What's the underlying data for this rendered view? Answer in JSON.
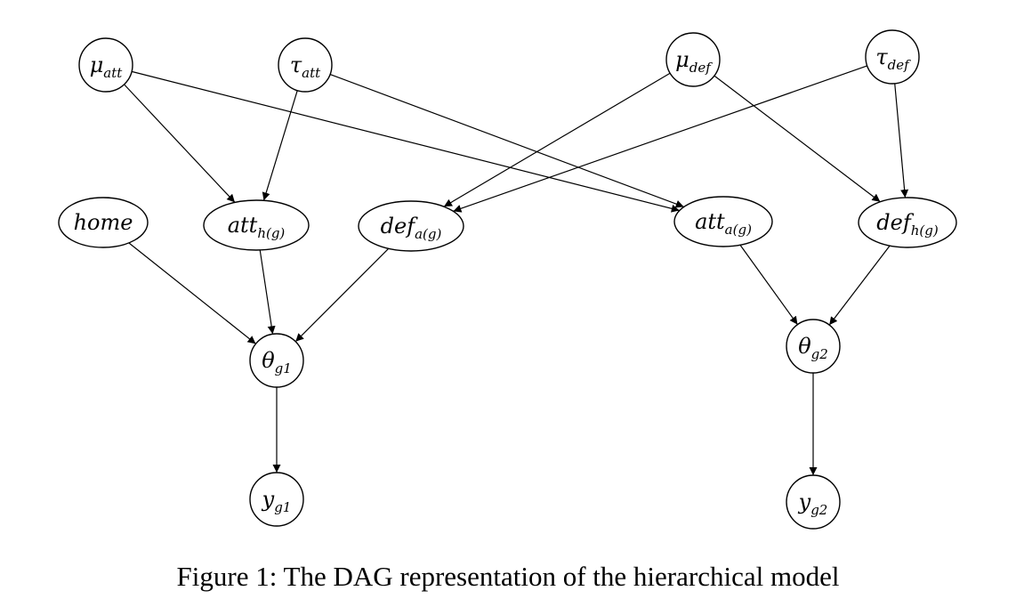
{
  "diagram": {
    "nodes": [
      {
        "id": "mu_att",
        "symbol": "μ",
        "subscript": "att"
      },
      {
        "id": "tau_att",
        "symbol": "τ",
        "subscript": "att"
      },
      {
        "id": "mu_def",
        "symbol": "μ",
        "subscript": "def"
      },
      {
        "id": "tau_def",
        "symbol": "τ",
        "subscript": "def"
      },
      {
        "id": "home",
        "symbol": "home",
        "subscript": ""
      },
      {
        "id": "att_h",
        "symbol": "att",
        "subscript": "h(g)"
      },
      {
        "id": "def_a",
        "symbol": "def",
        "subscript": "a(g)"
      },
      {
        "id": "att_a",
        "symbol": "att",
        "subscript": "a(g)"
      },
      {
        "id": "def_h",
        "symbol": "def",
        "subscript": "h(g)"
      },
      {
        "id": "theta1",
        "symbol": "θ",
        "subscript": "g1"
      },
      {
        "id": "theta2",
        "symbol": "θ",
        "subscript": "g2"
      },
      {
        "id": "y1",
        "symbol": "y",
        "subscript": "g1"
      },
      {
        "id": "y2",
        "symbol": "y",
        "subscript": "g2"
      }
    ],
    "edges": [
      {
        "from": "mu_att",
        "to": "att_h"
      },
      {
        "from": "mu_att",
        "to": "att_a"
      },
      {
        "from": "tau_att",
        "to": "att_h"
      },
      {
        "from": "tau_att",
        "to": "att_a"
      },
      {
        "from": "mu_def",
        "to": "def_a"
      },
      {
        "from": "mu_def",
        "to": "def_h"
      },
      {
        "from": "tau_def",
        "to": "def_a"
      },
      {
        "from": "tau_def",
        "to": "def_h"
      },
      {
        "from": "home",
        "to": "theta1"
      },
      {
        "from": "att_h",
        "to": "theta1"
      },
      {
        "from": "def_a",
        "to": "theta1"
      },
      {
        "from": "att_a",
        "to": "theta2"
      },
      {
        "from": "def_h",
        "to": "theta2"
      },
      {
        "from": "theta1",
        "to": "y1"
      },
      {
        "from": "theta2",
        "to": "y2"
      }
    ]
  },
  "caption": "Figure 1: The DAG representation of the hierarchical model"
}
